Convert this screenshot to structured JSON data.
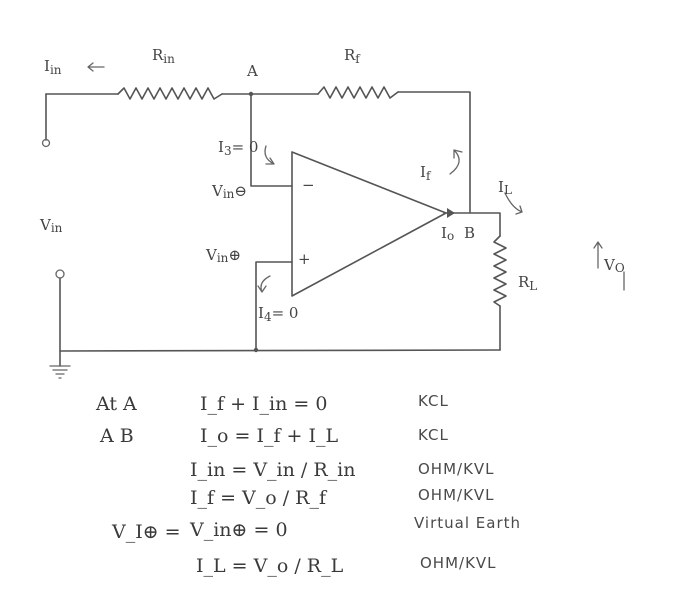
{
  "circuit": {
    "labels": {
      "i_in": "I",
      "i_in_sub": "in",
      "r_in": "R",
      "r_in_sub": "in",
      "node_a": "A",
      "r_f": "R",
      "r_f_sub": "f",
      "i3": "I",
      "i3_sub": "3",
      "i3_val": "= 0",
      "v_in_minus": "V",
      "v_in_minus_sub": "in",
      "v_in_minus_sign": "⊖",
      "v_in_plus": "V",
      "v_in_plus_sub": "in",
      "v_in_plus_sign": "⊕",
      "minus_sign": "−",
      "plus_sign": "+",
      "i_f": "I",
      "i_f_sub": "f",
      "i_l": "I",
      "i_l_sub": "L",
      "i_o": "I",
      "i_o_sub": "o",
      "node_b": "B",
      "v_in": "V",
      "v_in_sub": "in",
      "i4": "I",
      "i4_sub": "4",
      "i4_val": "= 0",
      "r_l": "R",
      "r_l_sub": "L",
      "v_o": "V",
      "v_o_sub": "O"
    }
  },
  "equations": [
    {
      "lhs": "At A",
      "eq": "I_f + I_in = 0",
      "note": "KCL"
    },
    {
      "lhs": "A  B",
      "eq": "I_o = I_f + I_L",
      "note": "KCL"
    },
    {
      "lhs": "",
      "eq": "I_in = V_in / R_in",
      "note": "OHM/KVL"
    },
    {
      "lhs": "",
      "eq": "I_f = V_o / R_f",
      "note": "OHM/KVL"
    },
    {
      "lhs": "V_I⊕ =",
      "eq": "V_in⊕ = 0",
      "note": "Virtual Earth"
    },
    {
      "lhs": "",
      "eq": "I_L = V_o / R_L",
      "note": "OHM/KVL"
    }
  ]
}
